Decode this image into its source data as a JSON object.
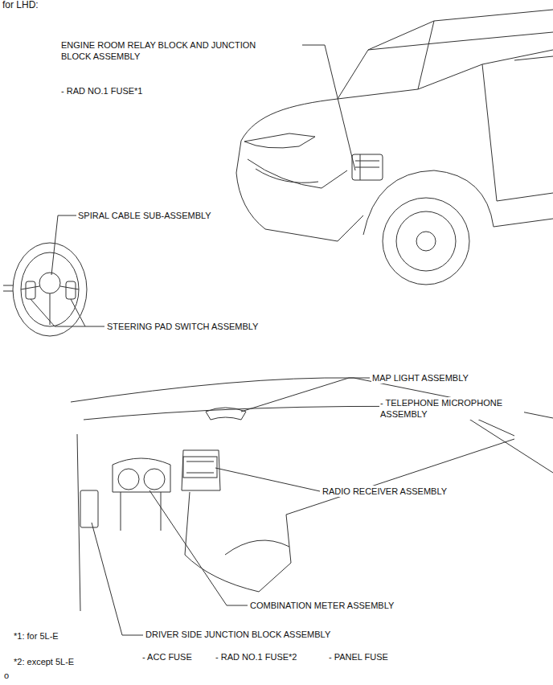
{
  "diagram": {
    "title": "for LHD:",
    "labels": [
      "ENGINE ROOM RELAY BLOCK AND JUNCTION BLOCK ASSEMBLY",
      "- RAD NO.1 FUSE*1",
      "SPIRAL CABLE SUB-ASSEMBLY",
      "STEERING PAD SWITCH ASSEMBLY",
      "MAP LIGHT ASSEMBLY",
      "- TELEPHONE MICROPHONE ASSEMBLY",
      "RADIO RECEIVER ASSEMBLY",
      "COMBINATION METER ASSEMBLY",
      "*1: for 5L-E",
      "DRIVER SIDE JUNCTION BLOCK ASSEMBLY",
      "*2: except 5L-E",
      "- ACC FUSE",
      "- RAD NO.1 FUSE*2",
      "- PANEL FUSE",
      "o"
    ]
  }
}
